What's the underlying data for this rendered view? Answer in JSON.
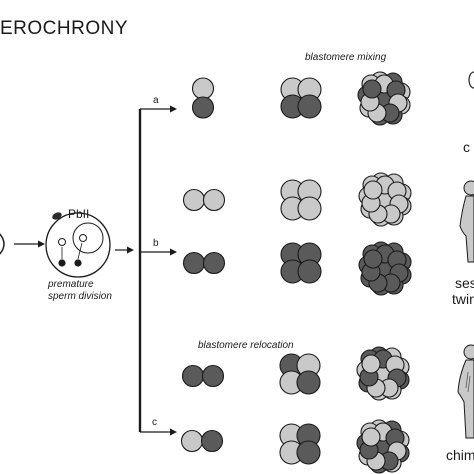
{
  "diagram": {
    "title": "EROCHRONY",
    "polar_body_label": "PbII",
    "division_label_line1": "premature",
    "division_label_line2": "sperm division",
    "branch_labels": [
      "a",
      "b",
      "c"
    ],
    "mixing_label": "blastomere mixing",
    "relocation_label": "blastomere relocation",
    "outcome_labels": {
      "row_a": "c",
      "row_b_line1": "ses",
      "row_b_line2": "twir",
      "row_c": "chim"
    }
  },
  "colors": {
    "maternal_cell": "#c9c9c9",
    "paternal_cell": "#5a5a5a",
    "outline": "#1a1a1a",
    "line": "#1a1a1a"
  },
  "icons": [
    "person-silhouette-icon"
  ]
}
